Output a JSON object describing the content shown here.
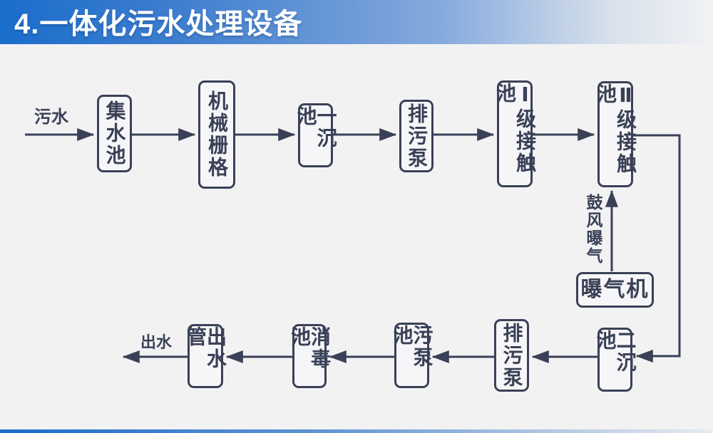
{
  "title": {
    "text": "4.一体化污水处理设备"
  },
  "colors": {
    "ink": "#3a4157",
    "bg": "#f2f2f3",
    "box_bg": "#f6f6f8",
    "title_text": "#ffffff",
    "blue_start": "#1a6dcb",
    "blue_mid": "#86aadd",
    "blue_end": "#f1f2f4"
  },
  "diagram": {
    "nodes": [
      {
        "id": "collect-tank",
        "label": "集水池"
      },
      {
        "id": "mechanical-grid",
        "label": "机械栅格"
      },
      {
        "id": "primary-tank",
        "label": "一沉池"
      },
      {
        "id": "sewage-pump-1",
        "label": "排污泵"
      },
      {
        "id": "contact-tank-1",
        "label": "Ⅰ级接触池"
      },
      {
        "id": "contact-tank-2",
        "label": "Ⅱ级接触池"
      },
      {
        "id": "aerator",
        "label": "曝气机"
      },
      {
        "id": "secondary-tank",
        "label": "二沉池"
      },
      {
        "id": "sewage-pump-2",
        "label": "排污泵"
      },
      {
        "id": "sludge-pump-tank",
        "label": "污泵池"
      },
      {
        "id": "disinfect-tank",
        "label": "消毒池"
      },
      {
        "id": "outlet-pipe",
        "label": "出水管"
      }
    ],
    "flow_labels": {
      "inflow": "污水",
      "outflow": "出水",
      "aeration": "鼓风曝气"
    }
  }
}
